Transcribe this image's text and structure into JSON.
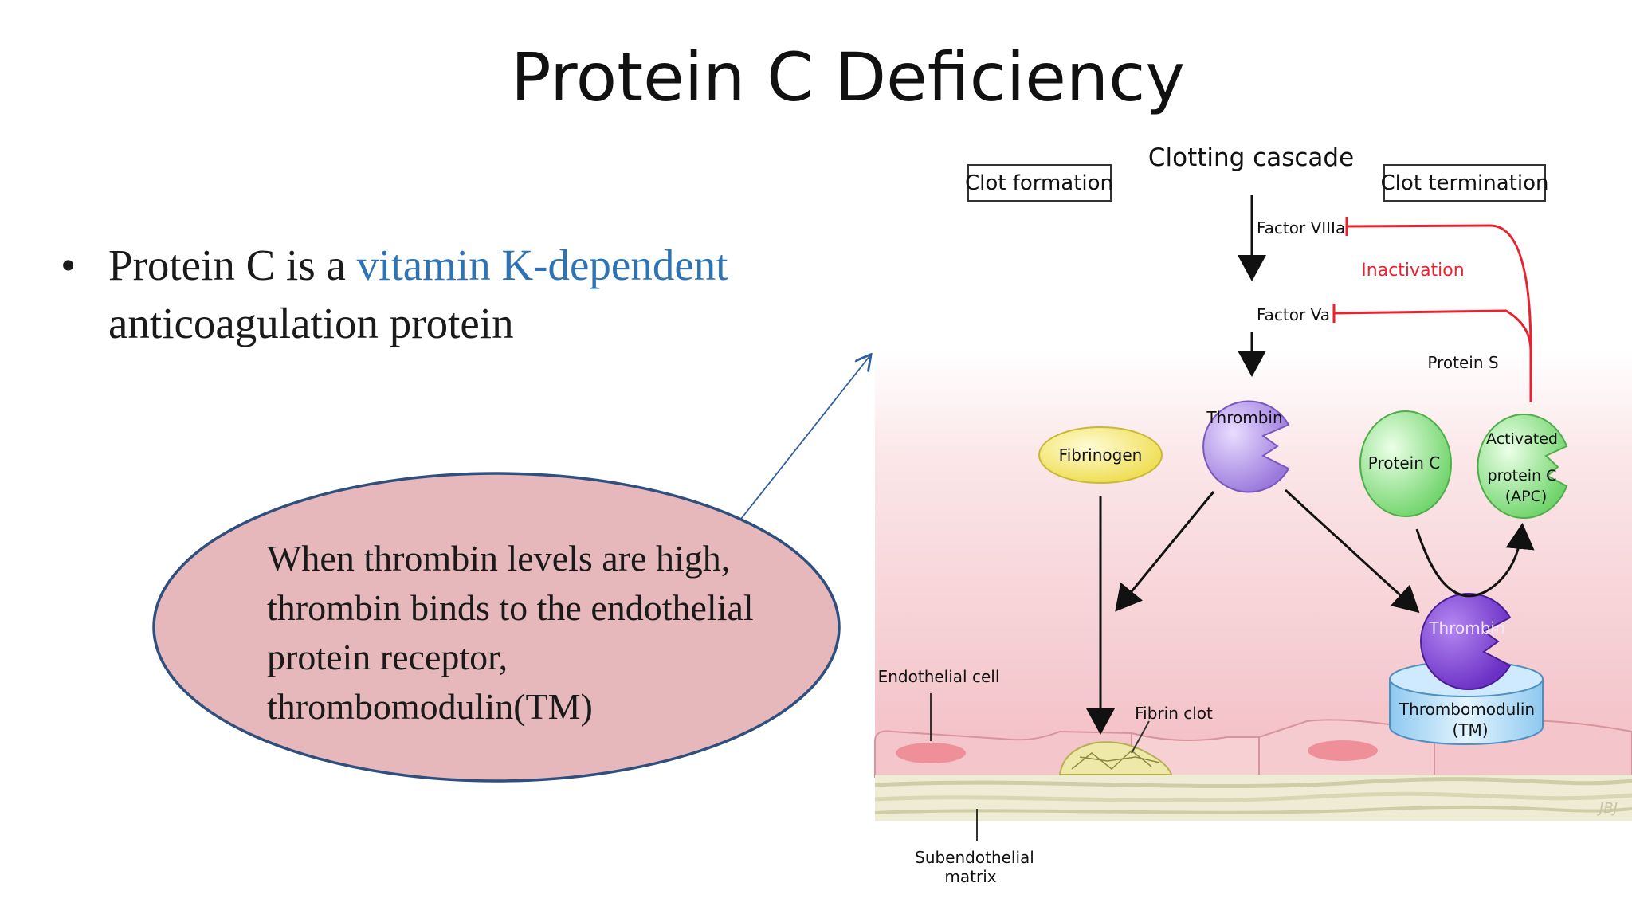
{
  "slide": {
    "title": "Protein C Deficiency",
    "bullet": {
      "prefix": "Protein C is a ",
      "highlight": "vitamin K-dependent",
      "suffix": " anticoagulation protein"
    },
    "callout": "When thrombin levels are high, thrombin binds to the endothelial protein receptor, thrombomodulin(TM)"
  },
  "diagram": {
    "header": "Clotting cascade",
    "clot_formation": "Clot formation",
    "clot_termination": "Clot termination",
    "factor_viiia": "Factor VIIIa",
    "factor_va": "Factor Va",
    "inactivation": "Inactivation",
    "protein_s": "Protein S",
    "thrombin": "Thrombin",
    "fibrinogen": "Fibrinogen",
    "protein_c": "Protein C",
    "apc_line1": "Activated",
    "apc_line2": "protein C",
    "apc_line3": "(APC)",
    "thrombin_bound": "Thrombin",
    "tm_line1": "Thrombomodulin",
    "tm_line2": "(TM)",
    "endothelial_cell": "Endothelial cell",
    "fibrin_clot": "Fibrin clot",
    "subendo_line1": "Subendothelial",
    "subendo_line2": "matrix",
    "signature": "JBJ"
  },
  "colors": {
    "highlight": "#2e74b5",
    "callout_fill": "#e6b8bb",
    "callout_stroke": "#2f4f7f",
    "inactivation_red": "#e8222e",
    "thrombin_purple": "#a98be0",
    "protein_c_green": "#8fe28b",
    "fibrinogen_yellow": "#f5ec7a"
  }
}
